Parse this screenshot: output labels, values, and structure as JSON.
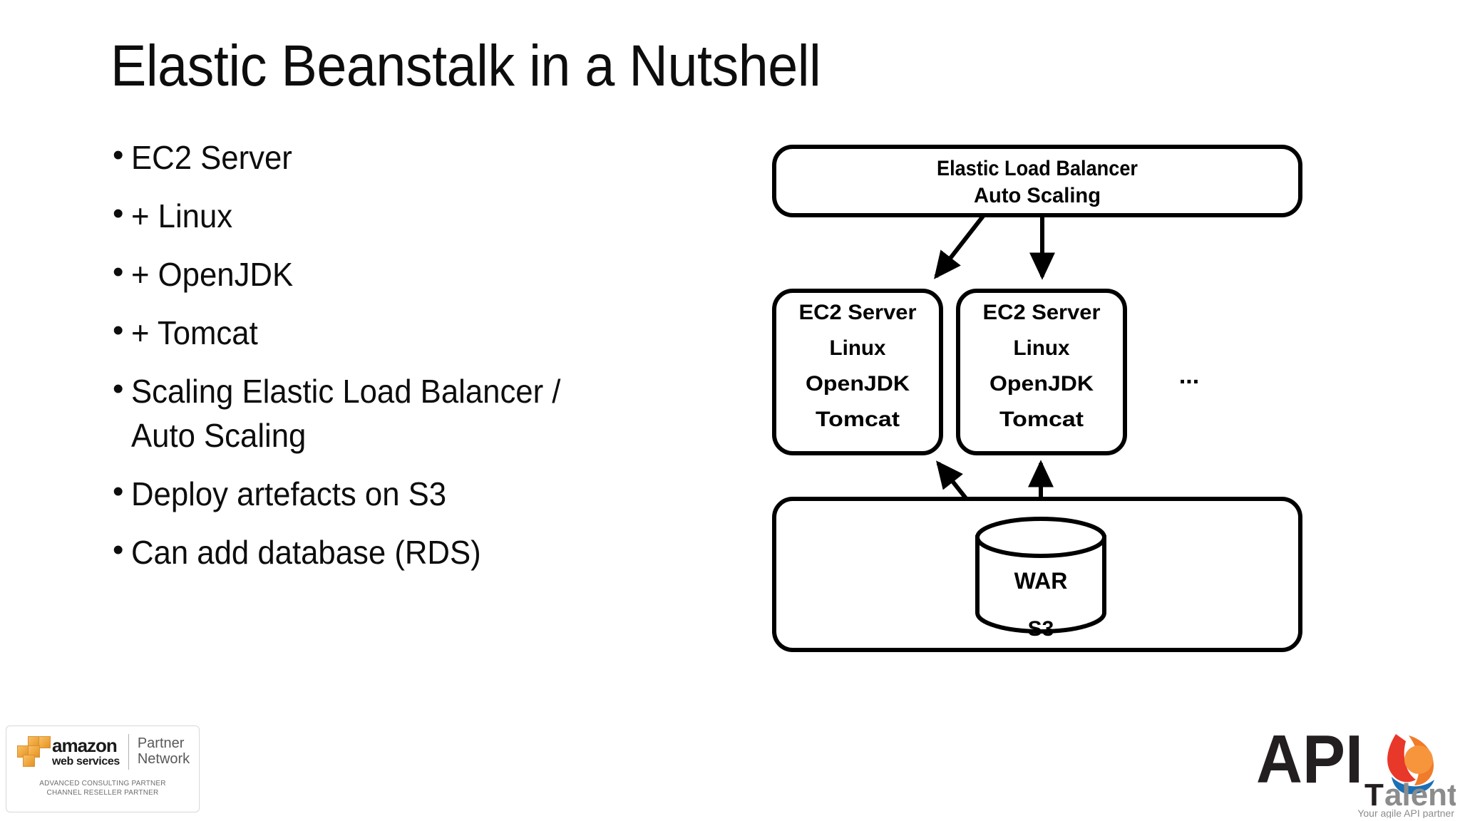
{
  "slide": {
    "title": "Elastic Beanstalk in a Nutshell",
    "bullet_marker": "•",
    "bullets": [
      "EC2 Server",
      "+ Linux",
      "+ OpenJDK",
      "+ Tomcat",
      "Scaling Elastic Load Balancer /\nAuto Scaling",
      "Deploy artefacts on S3",
      "Can add database (RDS)"
    ]
  },
  "diagram": {
    "load_balancer": {
      "line1": "Elastic Load Balancer",
      "line2": "Auto Scaling"
    },
    "ec2_left": {
      "line1": "EC2 Server",
      "line2": "Linux",
      "line3": "OpenJDK",
      "line4": "Tomcat"
    },
    "ec2_right": {
      "line1": "EC2 Server",
      "line2": "Linux",
      "line3": "OpenJDK",
      "line4": "Tomcat"
    },
    "ellipsis": "...",
    "storage": {
      "cylinder_label": "WAR",
      "container_label": "S3"
    }
  },
  "aws_partner_logo": {
    "brand_line1": "amazon",
    "brand_line2": "web services",
    "network_line1": "Partner",
    "network_line2": "Network",
    "tier_line1": "ADVANCED CONSULTING PARTNER",
    "tier_line2": "CHANNEL RESELLER PARTNER"
  },
  "api_talent_logo": {
    "mark": "API",
    "word_t": "T",
    "word_alent": "alent",
    "tagline": "Your agile API partner"
  },
  "colors": {
    "text": "#0d0d0d",
    "diagram_stroke": "#000000",
    "aws_orange": "#f0a73c",
    "aws_grey": "#595959",
    "api_dark": "#231f20",
    "api_grey": "#8c8c8c",
    "api_red": "#e8382a",
    "api_orange": "#f07b2a",
    "api_blue": "#1b6fb5"
  }
}
